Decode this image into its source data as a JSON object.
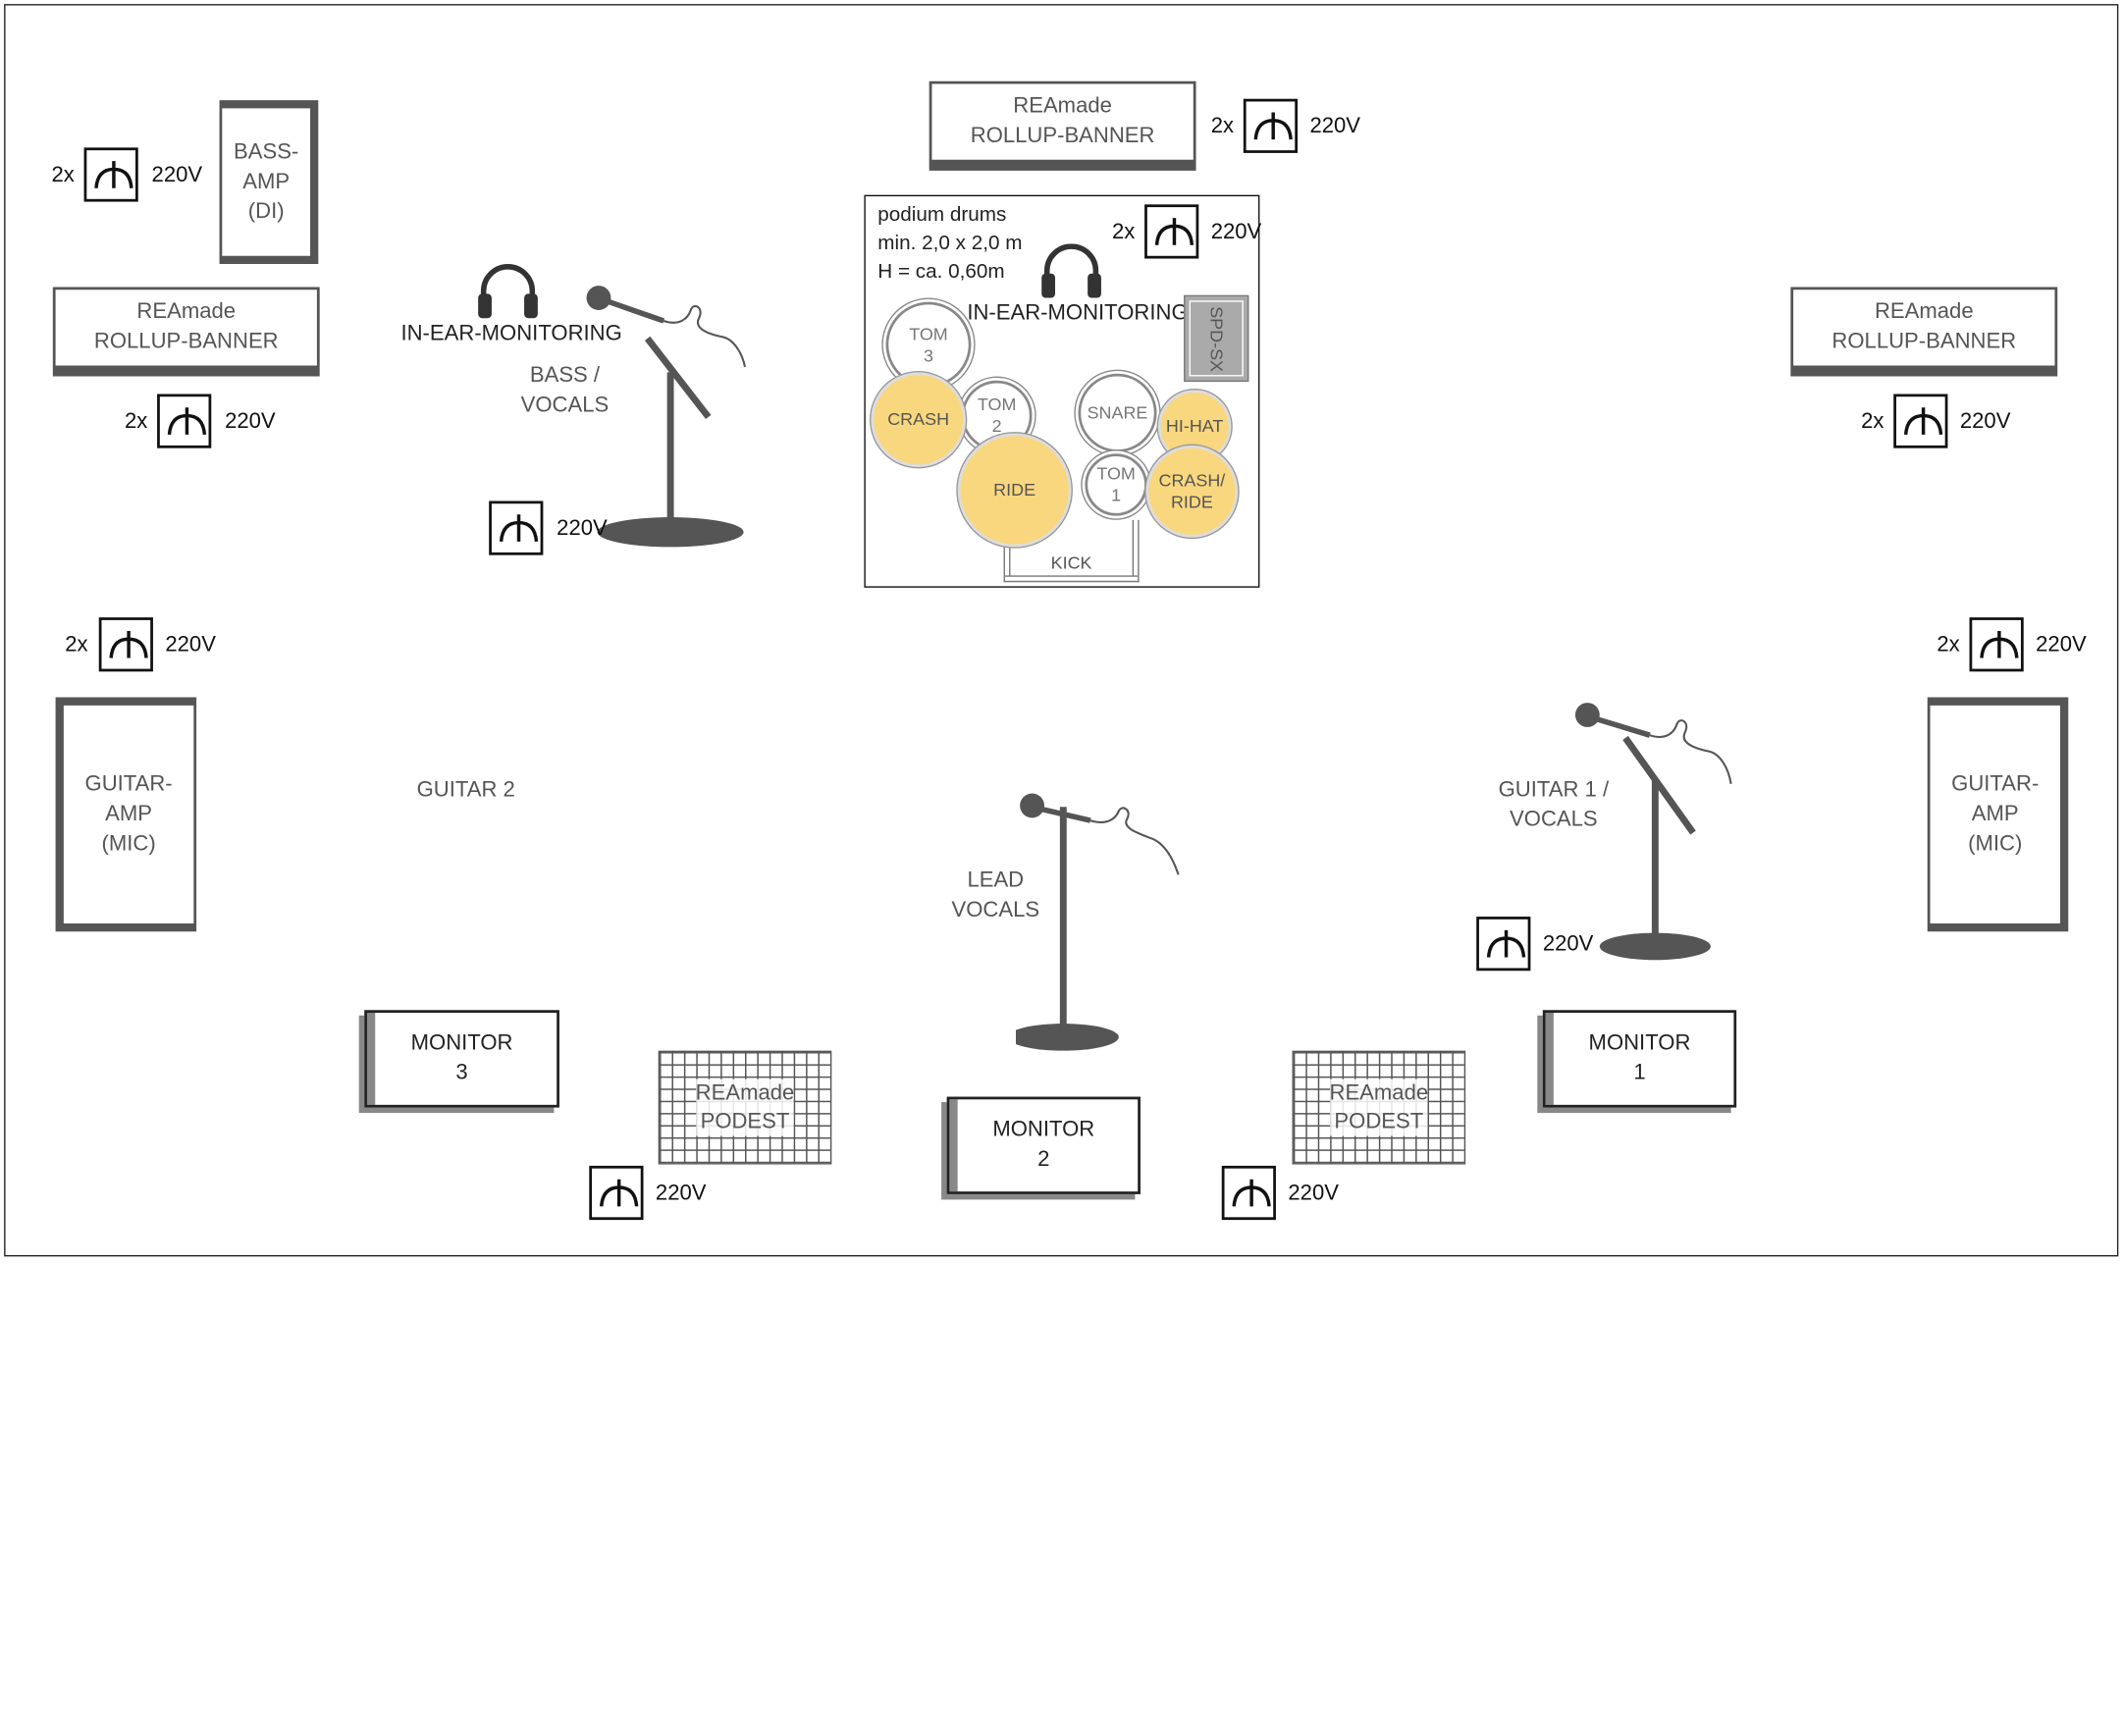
{
  "labels": {
    "socket_voltage": "220V",
    "socket_multiplier": "2x",
    "banner": "REAmade\nROLLUP-BANNER",
    "podest": "REAmade\nPODEST",
    "in_ear": "IN-EAR-MONITORING"
  },
  "amps": {
    "bass": "BASS-AMP\n(DI)",
    "guitar_left": "GUITAR-AMP\n(MIC)",
    "guitar_right": "GUITAR-AMP\n(MIC)"
  },
  "stations": {
    "bass_vocals": "BASS /\nVOCALS",
    "guitar2": "GUITAR 2",
    "lead_vocals": "LEAD\nVOCALS",
    "guitar1_vocals": "GUITAR 1 /\nVOCALS"
  },
  "monitors": {
    "m1": "MONITOR\n1",
    "m2": "MONITOR\n2",
    "m3": "MONITOR\n3"
  },
  "podium": {
    "line1": "podium drums",
    "line2": "min. 2,0 x 2,0 m",
    "line3": "H = ca. 0,60m"
  },
  "drums": {
    "tom3": "TOM\n3",
    "tom2": "TOM\n2",
    "tom1": "TOM\n1",
    "snare": "SNARE",
    "kick": "KICK",
    "crash": "CRASH",
    "ride": "RIDE",
    "hihat": "HI-HAT",
    "crash_ride": "CRASH/\nRIDE",
    "spd": "SPD-SX"
  },
  "colors": {
    "cymbal": "#f9d77e",
    "equipment": "#555555",
    "outline": "#222222"
  },
  "icons": [
    "power-socket-icon",
    "headphones-icon",
    "microphone-stand-icon"
  ]
}
